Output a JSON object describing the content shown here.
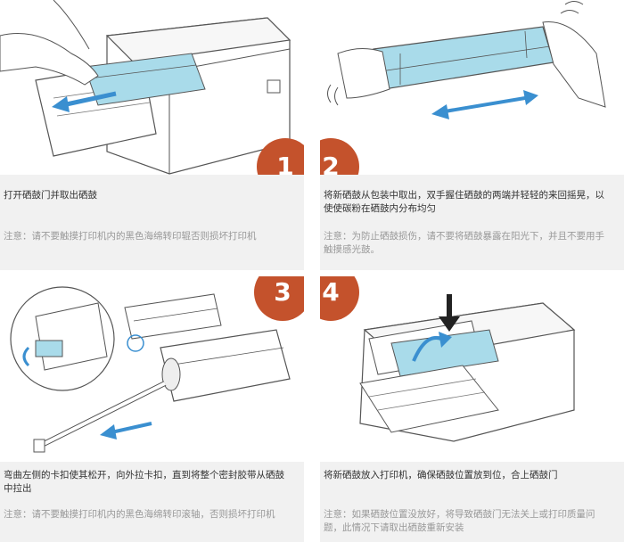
{
  "colors": {
    "badge": "#c4522c",
    "line": "#555555",
    "highlight": "#a9dbea",
    "arrow": "#3a8fd0",
    "panel_bg": "#f1f1f1"
  },
  "steps": [
    {
      "number": "1",
      "text": "打开硒鼓门并取出硒鼓",
      "note": "注意：请不要触摸打印机内的黑色海绵转印辊否则损坏打印机"
    },
    {
      "number": "2",
      "text": "将新硒鼓从包装中取出，双手握住硒鼓的两端并轻轻的来回摇晃，以使使碳粉在硒鼓内分布均匀",
      "note": "注意：为防止硒鼓损伤，请不要将硒鼓暴露在阳光下，并且不要用手触摸感光鼓。"
    },
    {
      "number": "3",
      "text": "弯曲左侧的卡扣使其松开，向外拉卡扣，直到将整个密封胶带从硒鼓中拉出",
      "note": "注意：请不要触摸打印机内的黑色海绵转印滚轴，否则损坏打印机"
    },
    {
      "number": "4",
      "text": "将新硒鼓放入打印机，确保硒鼓位置放到位，合上硒鼓门",
      "note": "注意：如果硒鼓位置没放好，将导致硒鼓门无法关上或打印质量问题，此情况下请取出硒鼓重新安装"
    }
  ]
}
